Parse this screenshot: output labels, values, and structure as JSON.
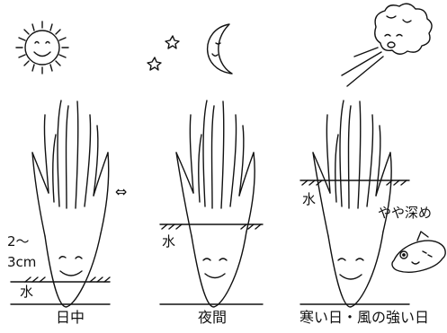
{
  "labels": {
    "daytime": "日中",
    "night": "夜間",
    "cold_windy": "寒い日・風の強い日",
    "water": "水",
    "depth_top": "2〜",
    "depth_bottom": "3cm",
    "slightly_deep": "やや深め",
    "arrow": "⇔"
  },
  "icons": [
    "sun-icon",
    "crescent-moon-icon",
    "star-icon",
    "wind-cloud-icon",
    "fish-icon"
  ],
  "colors": {
    "ink": "#111111",
    "paper": "#ffffff"
  }
}
